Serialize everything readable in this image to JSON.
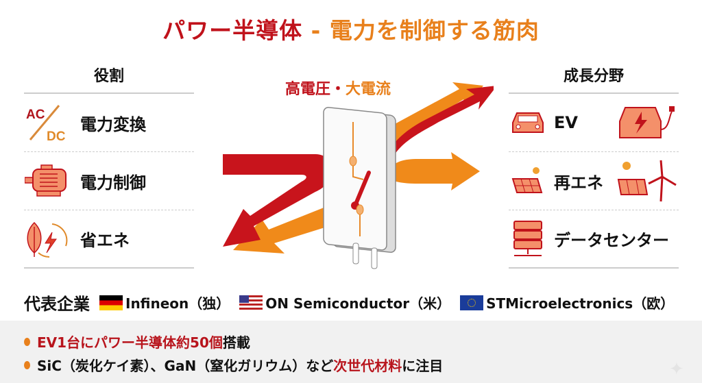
{
  "title": {
    "part1": "パワー半導体",
    "part2": "- 電力を制御する筋肉"
  },
  "left": {
    "header": "役割",
    "items": [
      {
        "label": "電力変換",
        "icon": "ac-dc-icon",
        "ac": "AC",
        "dc": "DC"
      },
      {
        "label": "電力制御",
        "icon": "motor-icon"
      },
      {
        "label": "省エネ",
        "icon": "leaf-lightning-cycle-icon"
      }
    ]
  },
  "right": {
    "header": "成長分野",
    "items": [
      {
        "label": "EV",
        "icon": "car-icon"
      },
      {
        "label": "再エネ",
        "icon": "solar-panel-icon"
      },
      {
        "label": "データセンター",
        "icon": "server-icon"
      }
    ]
  },
  "center": {
    "caption1": "高電圧",
    "sep": "・",
    "caption2": "大電流"
  },
  "companies": {
    "header": "代表企業",
    "items": [
      {
        "name": "Infineon（独）",
        "flag": "germany-flag"
      },
      {
        "name": "ON Semiconductor（米）",
        "flag": "usa-flag"
      },
      {
        "name": "STMicroelectronics（欧）",
        "flag": "eu-flag"
      }
    ]
  },
  "notes": [
    {
      "highlight": "EV1台にパワー半導体約50個",
      "rest": "搭載"
    },
    {
      "pre": "SiC（炭化ケイ素）、GaN（窒化ガリウム）など",
      "highlight": "次世代材料",
      "rest": "に注目"
    }
  ],
  "colors": {
    "red": "#c0121b",
    "orange": "#e8801c",
    "band": "#f1f1f1"
  }
}
